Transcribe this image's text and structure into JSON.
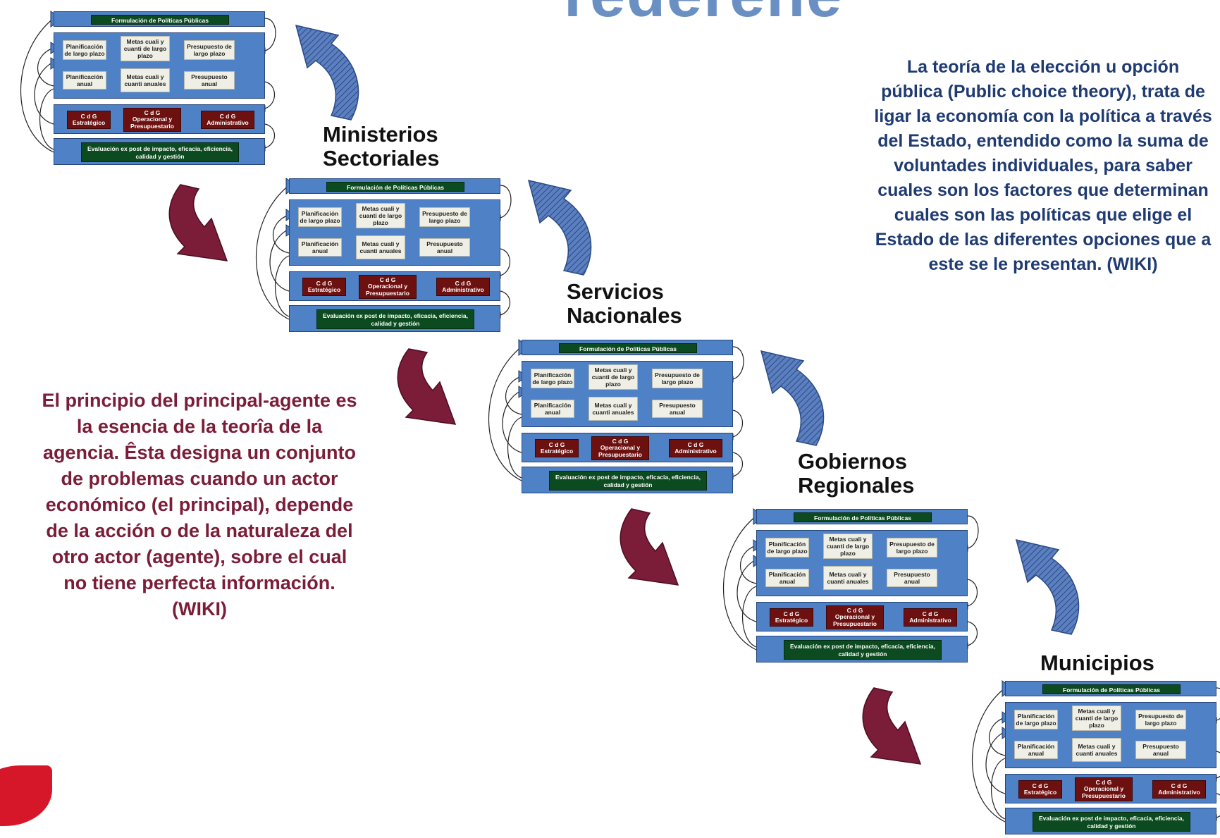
{
  "title": "rederene",
  "levels": [
    {
      "label": "",
      "blocks_index": 0
    },
    {
      "label": "Ministerios Sectoriales"
    },
    {
      "label": "Servicios Nacionales"
    },
    {
      "label": "Gobiernos Regionales"
    },
    {
      "label": "Municipios"
    }
  ],
  "level_labels": {
    "ministerios": [
      "Ministerios",
      "Sectoriales"
    ],
    "servicios": [
      "Servicios",
      "Nacionales"
    ],
    "gobiernos": [
      "Gobiernos",
      "Regionales"
    ],
    "municipios": [
      "Municipios"
    ]
  },
  "block": {
    "formulacion": "Formulación de Políticas Públicas",
    "plan_lp": "Planificación de largo plazo",
    "metas_lp": "Metas cuali y cuanti de largo plazo",
    "presup_lp": "Presupuesto de largo plazo",
    "plan_an": "Planificación anual",
    "metas_an": "Metas cuali y cuanti anuales",
    "presup_an": "Presupuesto anual",
    "cdg_label": "C d G",
    "cdg_estrategico": "Estratégico",
    "cdg_operacional": "Operacional y Presupuestario",
    "cdg_administrativo": "Administrativo",
    "evaluacion": "Evaluación ex post de impacto, eficacia, eficiencia, calidad y gestión"
  },
  "notes": {
    "left": "El principio del principal-agente es la esencia de la teorîa de la agencia. Êsta designa un conjunto de problemas cuando un actor económico (el principal), depende de la acción o de la naturaleza del otro actor (agente), sobre el cual no tiene perfecta información. (WIKI)",
    "right": "La teoría de la elección u opción pública (Public choice theory), trata de ligar la economía con la política a través del Estado, entendido como la suma de voluntades individuales, para saber cuales son los factores que determinan cuales son las políticas que elige el Estado de las diferentes opciones que a este se le presentan. (WIKI)"
  },
  "colors": {
    "lane_blue": "#4f81c6",
    "green_box": "#0c4a1f",
    "red_box": "#6d1010",
    "down_arrow": "#7b1c38",
    "up_arrow": "#5b7fbf",
    "note_left_text": "#7b1c38",
    "note_right_text": "#1f3b72",
    "title_color": "#6a8fc2"
  }
}
